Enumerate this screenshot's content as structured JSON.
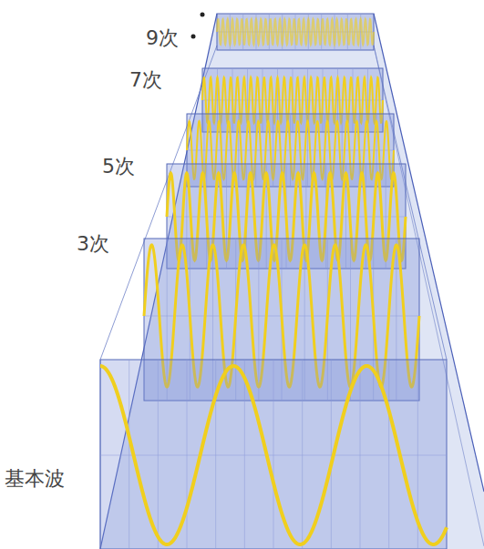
{
  "diagram": {
    "labels": [
      "9次",
      "7次",
      "5次",
      "3次",
      "基本波"
    ]
  }
}
